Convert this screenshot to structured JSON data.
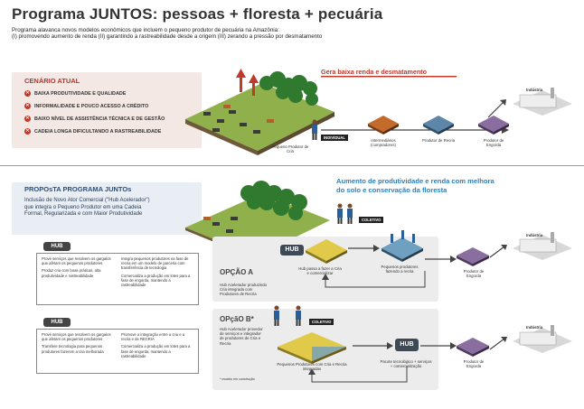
{
  "header": {
    "title": "Programa JUNTOS: pessoas + floresta + pecuária",
    "subtitle_line1": "Programa alavanca novos modelos econômicos que incluem o pequeno produtor de pecuária na Amazônia:",
    "subtitle_line2": "(I) promovendo aumento de renda (II) garantindo a rastreabilidade desde a origem (III) zerando a pressão por desmatamento"
  },
  "current": {
    "title": "CENÁRIO ATUAL",
    "problems": [
      "BAIXA PRODUTIVIDADE E QUALIDADE",
      "INFORMALIDADE E POUCO ACESSO A CRÉDITO",
      "BAIXO NÍVEL DE ASSISTÊNCIA TÉCNICA E DE GESTÃO",
      "CADEIA LONGA DIFICULTANDO A RASTREABILIDADE"
    ],
    "note": "Gera baixa renda e desmatamento",
    "producer_label": "Pequeno Produtor de Cria",
    "individual_tag": "INDIVIDUAL",
    "chain": [
      "Intermediários (compradores)",
      "Produtor de Recria",
      "Produtor de Engorda"
    ],
    "industry": "Indústria"
  },
  "proposal": {
    "title": "PROPOsTA PROGRAMA JUNTOs",
    "text": "Inclusão de Novo Ator Comercial (\"Hub Acelerador\") que integra o Pequeno Produtor em uma Cadeia Formal, Regularizada e com Maior Produtividade",
    "note_line1": "Aumento de produtividade e renda com melhora",
    "note_line2": "do solo e conservação da floresta",
    "coletivo": "COLETIVO",
    "hub": "HUB"
  },
  "hub_box_a": {
    "label": "HUB",
    "col1": [
      "Prové serviços que resolvem os gargalos que afetam os pequenos produtores",
      "Produz cria com boas práticas, alta produtividade e rastreabilidade"
    ],
    "col2": [
      "Integra pequenos produtores na fase de recria em um modelo de parceria com transferência de tecnologia",
      "Comercializa a produção em lotes para a fase de engorda, mantendo a rastreabilidade"
    ]
  },
  "hub_box_b": {
    "label": "HUB",
    "col1": [
      "Prové serviços que resolvem os gargalos que afetam os pequenos produtores",
      "Transfere tecnologia para pequenos produtores fazerem a cria melhorada"
    ],
    "col2": [
      "Promove a integração entre a cria e a recria e de RECRIA",
      "Comercializa a produção em lotes para a fase de engorda, mantendo a rastreabilidade"
    ]
  },
  "option_a": {
    "title": "OPÇÃO A",
    "desc": "Hub Acelerador produzindo Cria integrada com Produtores de Recria",
    "hub_caption": "Hub passa a fazer a Cria e comercializar",
    "producers_caption": "Pequenos produtores fazendo a recria",
    "engorda": "Produtor de Engorda",
    "industry": "Indústria"
  },
  "option_b": {
    "title": "OPçãO B*",
    "desc": "Hub Acelerador provedor de serviços e integrador de produtores de Cria e Recria",
    "coletivo": "COLETIVO",
    "producers_caption": "Pequenos Produtores com Cria e Recria integradas",
    "hub": "HUB",
    "hub_caption": "Pacote tecnológico + serviços + comercialização",
    "engorda": "Produtor de Engorda",
    "industry": "Indústria",
    "footnote": "* modelo em construção"
  },
  "colors": {
    "red": "#c0392b",
    "blue": "#2a7fbf",
    "navy": "#2b4f7a",
    "panel": "#f4e8e4",
    "hub": "#3d4a56"
  }
}
